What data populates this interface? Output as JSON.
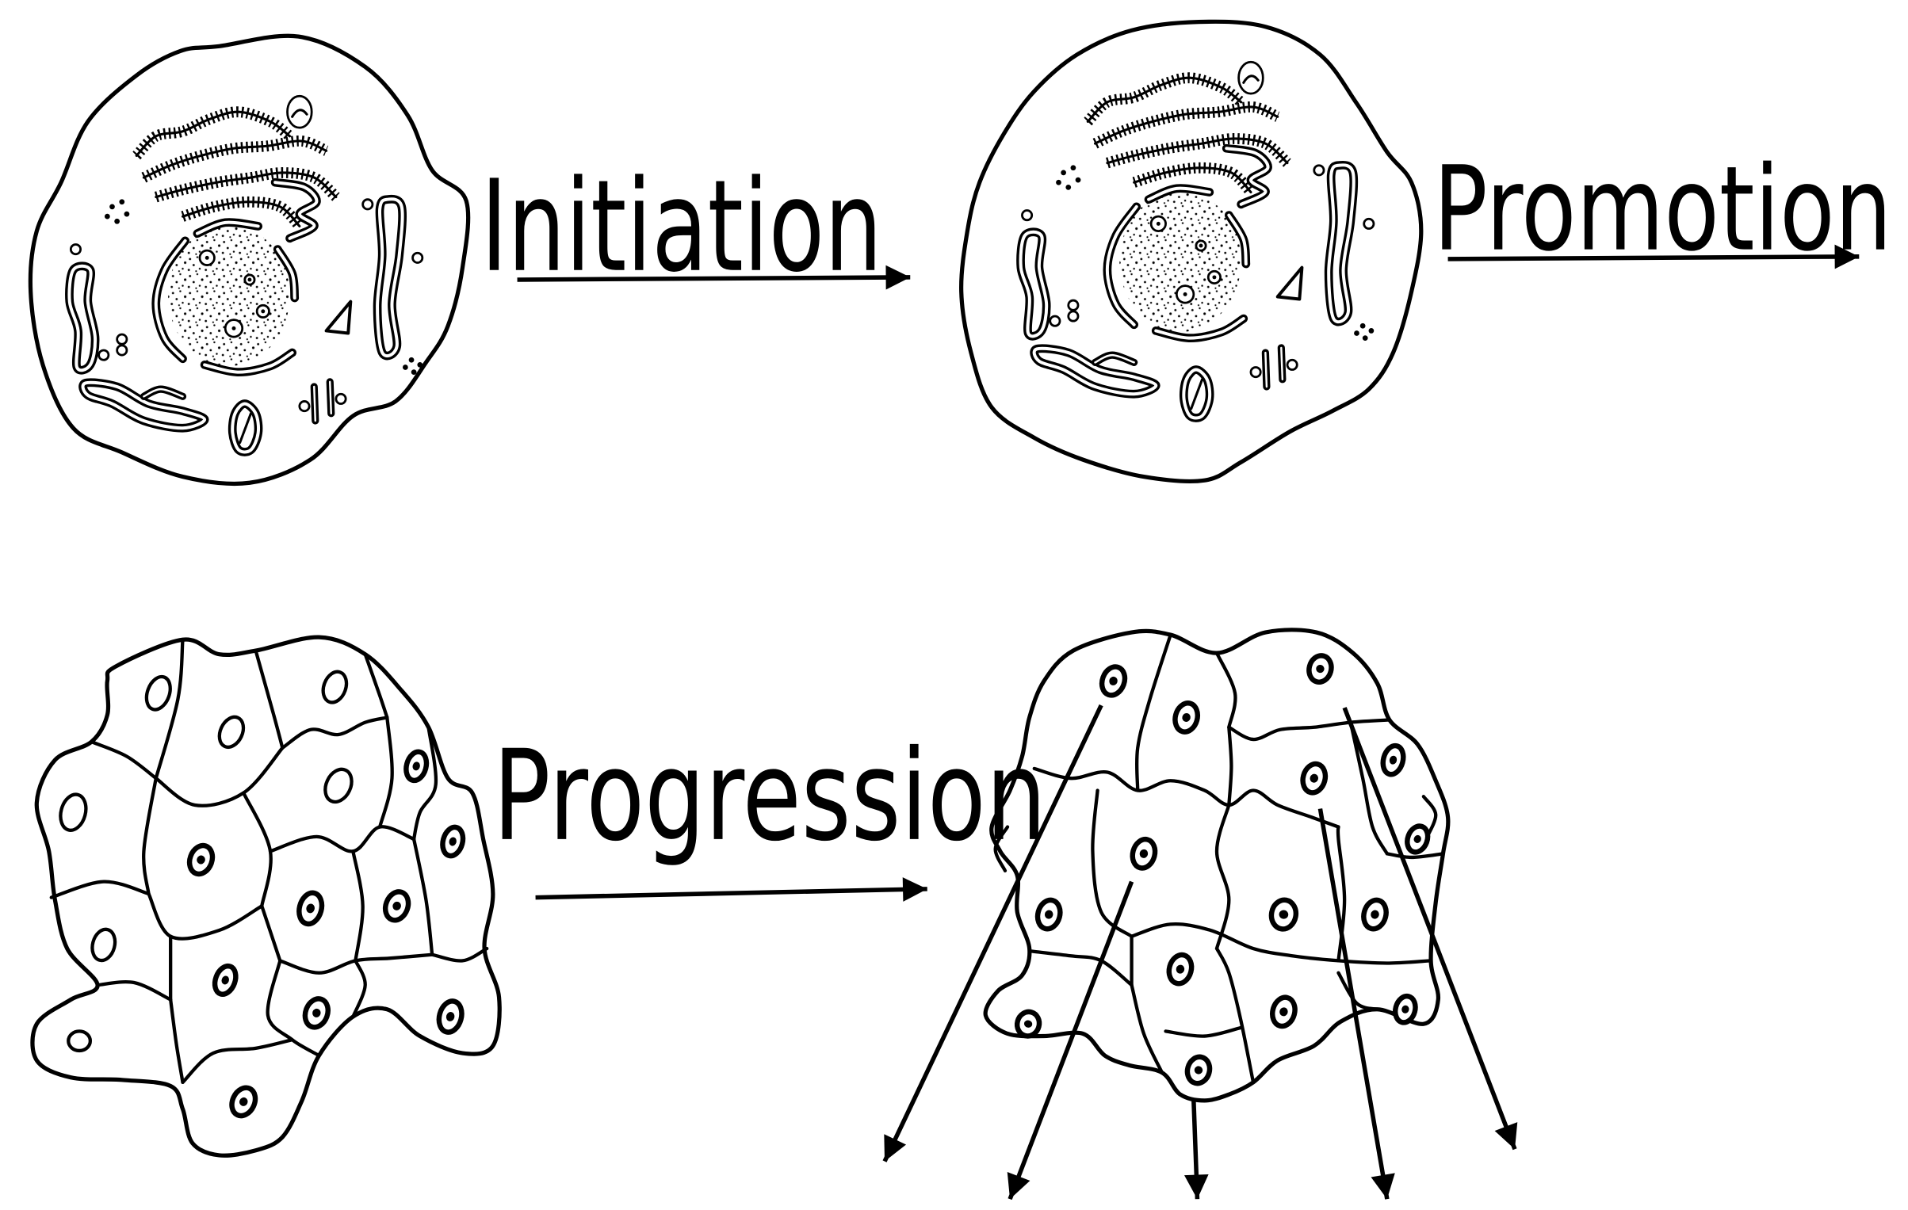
{
  "diagram": {
    "stages": [
      {
        "label": "Initiation"
      },
      {
        "label": "Promotion"
      },
      {
        "label": "Progression"
      }
    ]
  },
  "colors": {
    "ink": "#000000",
    "background": "#ffffff"
  }
}
